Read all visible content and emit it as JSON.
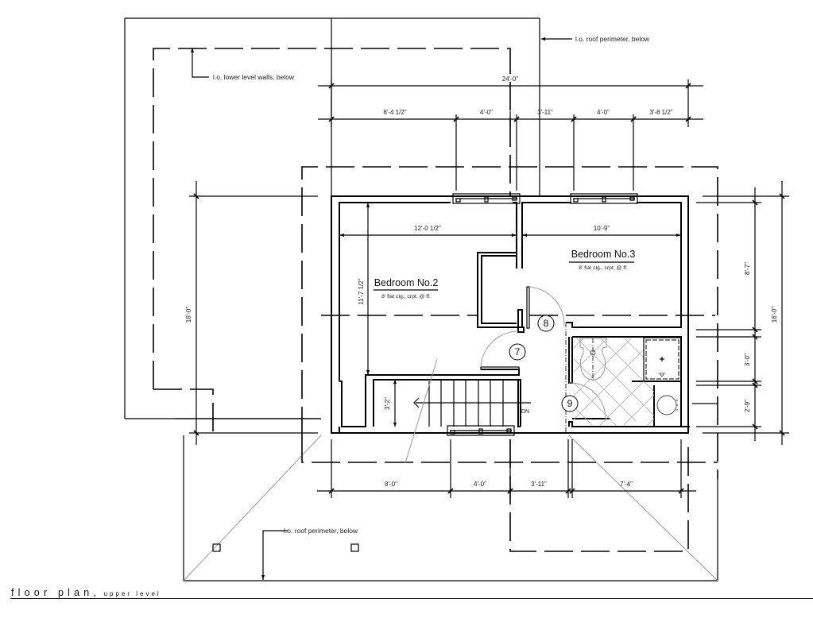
{
  "drawing": {
    "title_main": "floor plan,",
    "title_sub": "upper level",
    "notes": {
      "roof_perimeter_top": "l.o. roof perimeter, below",
      "lower_level_walls": "l.o. lower level walls, below",
      "roof_perimeter_bottom": "l.o. roof perimeter, below"
    },
    "rooms": [
      {
        "name": "Bedroom No.2",
        "spec": "8' flat clg., crpt. @ ff."
      },
      {
        "name": "Bedroom No.3",
        "spec": "8' flat clg., crpt. @ ff."
      }
    ],
    "door_tags": [
      "7",
      "8",
      "9"
    ],
    "stair_label": "DN",
    "dimensions": {
      "top_overall": "24'-0\"",
      "top_segments": [
        "8'-4 1/2\"",
        "4'-0\"",
        "3'-11\"",
        "4'-0\"",
        "3'-8 1/2\""
      ],
      "bottom_segments": [
        "8'-0\"",
        "4'-0\"",
        "3'-11\"",
        "7'-4\""
      ],
      "left_overall": "16'-0\"",
      "right_overall": "16'-0\"",
      "right_segments": [
        "8'-7\"",
        "3'-0\"",
        "2'-9\""
      ],
      "bedroom2_width": "12'-0 1/2\"",
      "bedroom2_depth": "11'-7 1/2\"",
      "bedroom3_width": "10'-9\"",
      "stair_width": "3'-2\""
    }
  }
}
